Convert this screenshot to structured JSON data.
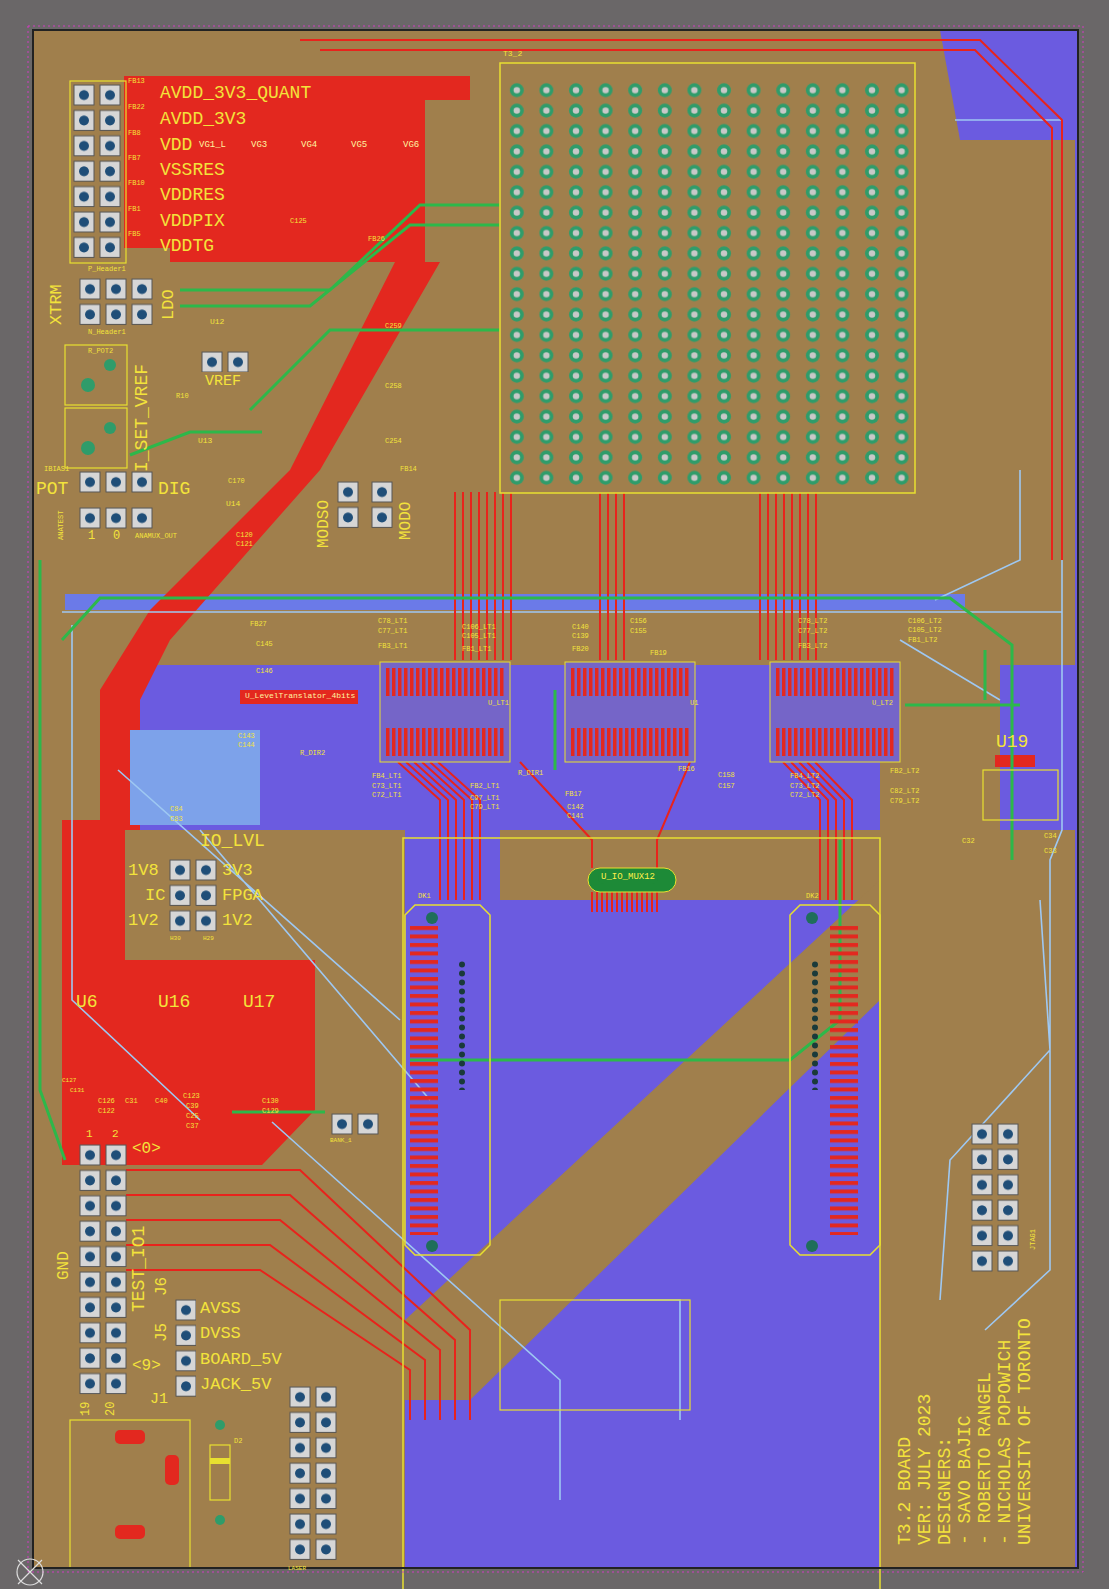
{
  "diagram": {
    "labels": [
      "AVDD_3V3_QUANT",
      "AVDD_3V3",
      "VDD",
      "VSSRES",
      "VDDRES",
      "VDDPIX",
      "VDDTG",
      "FB13",
      "FB22",
      "FB8",
      "FB7",
      "FB10",
      "FB1",
      "FB5",
      "VG1_L",
      "VG3",
      "VG4",
      "VG5",
      "VG6",
      "FB26",
      "C125",
      "XTRM",
      "LDO",
      "P_Header1",
      "N_Header1",
      "I_SET_VREF",
      "VREF",
      "R10",
      "R_POT2",
      "IBIAS1",
      "POT",
      "DIG",
      "ANATEST",
      "1",
      "0",
      "ANAMUX_OUT",
      "U12",
      "U13",
      "U14",
      "FB14",
      "MODSO",
      "MODO",
      "C120",
      "C121",
      "C170",
      "T3_2",
      "C259",
      "C258",
      "C254",
      "FB27",
      "C145",
      "C146",
      "U_LevelTranslator_4bits",
      "C143",
      "C144",
      "R_DIR2",
      "C78_LT1",
      "C77_LT1",
      "FB3_LT1",
      "C106_LT1",
      "C105_LT1",
      "FB1_LT1",
      "C140",
      "C139",
      "FB20",
      "C156",
      "C155",
      "FB19",
      "C78_LT2",
      "C77_LT2",
      "FB3_LT2",
      "C106_LT2",
      "C105_LT2",
      "FB1_LT2",
      "U_LT1",
      "U1",
      "U_LT2",
      "FB4_LT1",
      "C73_LT1",
      "C72_LT1",
      "FB2_LT1",
      "C97_LT1",
      "C79_LT1",
      "R_DIR1",
      "FB17",
      "C142",
      "C141",
      "FB16",
      "C158",
      "C157",
      "FB4_LT2",
      "C73_LT2",
      "C72_LT2",
      "FB2_LT2",
      "C82_LT2",
      "C79_LT2",
      "U19",
      "C32",
      "C34",
      "C33",
      "U_IO_MUX12",
      "DK1",
      "DK2",
      "C84",
      "C83",
      "IO_LVL",
      "1V8",
      "IC",
      "1V2",
      "3V3",
      "FPGA",
      "1V2",
      "H30",
      "H29",
      "U6",
      "U16",
      "U17",
      "C127",
      "C131",
      "C126",
      "C122",
      "C31",
      "C40",
      "C123",
      "C39",
      "C25",
      "C37",
      "C130",
      "C129",
      "BANK_1",
      "1",
      "2",
      "<0>",
      "GND",
      "TEST_IO1",
      "J6",
      "J5",
      "AVSS",
      "DVSS",
      "<9>",
      "BOARD_5V",
      "JACK_5V",
      "19",
      "20",
      "J1",
      "D2",
      "LASER",
      "JTAG1",
      "T3.2 BOARD",
      "VER: JULY 2023",
      "DESIGNERS:",
      "- SAVO BAJIC",
      "- ROBERTO RANGEL",
      "- NICHOLAS POPOWICH",
      "UNIVERSITY OF TORONTO"
    ]
  }
}
